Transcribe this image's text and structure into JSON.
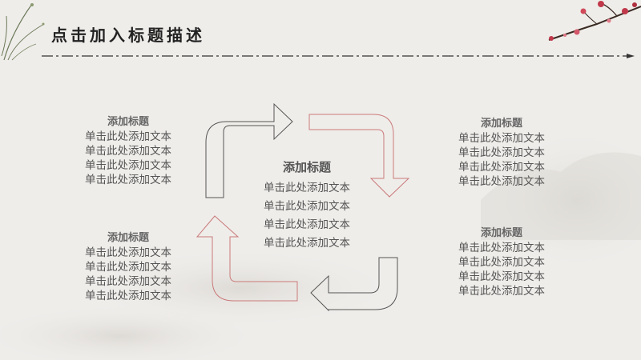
{
  "slide": {
    "title": "点击加入标题描述"
  },
  "center": {
    "heading": "添加标题",
    "lines": [
      "单击此处添加文本",
      "单击此处添加文本",
      "单击此处添加文本",
      "单击此处添加文本"
    ]
  },
  "blocks": {
    "top_left": {
      "heading": "添加标题",
      "lines": [
        "单击此处添加文本",
        "单击此处添加文本",
        "单击此处添加文本",
        "单击此处添加文本"
      ]
    },
    "bottom_left": {
      "heading": "添加标题",
      "lines": [
        "单击此处添加文本",
        "单击此处添加文本",
        "单击此处添加文本",
        "单击此处添加文本"
      ]
    },
    "top_right": {
      "heading": "添加标题",
      "lines": [
        "单击此处添加文本",
        "单击此处添加文本",
        "单击此处添加文本",
        "单击此处添加文本"
      ]
    },
    "bottom_right": {
      "heading": "添加标题",
      "lines": [
        "单击此处添加文本",
        "单击此处添加文本",
        "单击此处添加文本",
        "单击此处添加文本"
      ]
    }
  },
  "colors": {
    "background": "#efedea",
    "arrow_dark": "#555555",
    "arrow_red": "#c97a7a",
    "blossom": "#c0394a"
  },
  "icons": [
    "plum-blossom-branch-decoration",
    "orchid-ink-decoration",
    "cycle-arrows"
  ]
}
